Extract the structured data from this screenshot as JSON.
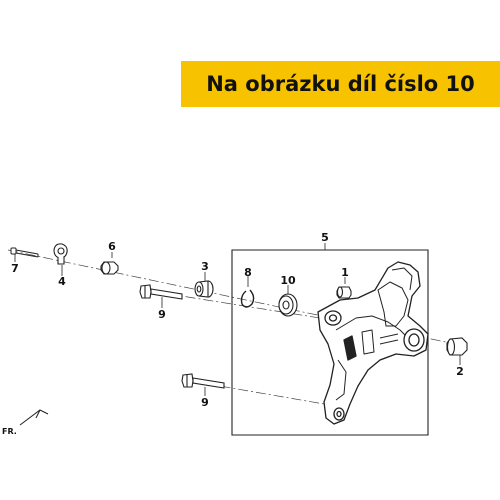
{
  "banner": {
    "text": "Na obrázku díl číslo 10"
  },
  "diagram": {
    "labels": {
      "p1": "1",
      "p2": "2",
      "p3": "3",
      "p4": "4",
      "p5": "5",
      "p6": "6",
      "p7": "7",
      "p8": "8",
      "p9a": "9",
      "p9b": "9",
      "p10": "10"
    },
    "direction": "FR."
  },
  "colors": {
    "banner_bg": "#f7c200",
    "ink": "#111111"
  }
}
